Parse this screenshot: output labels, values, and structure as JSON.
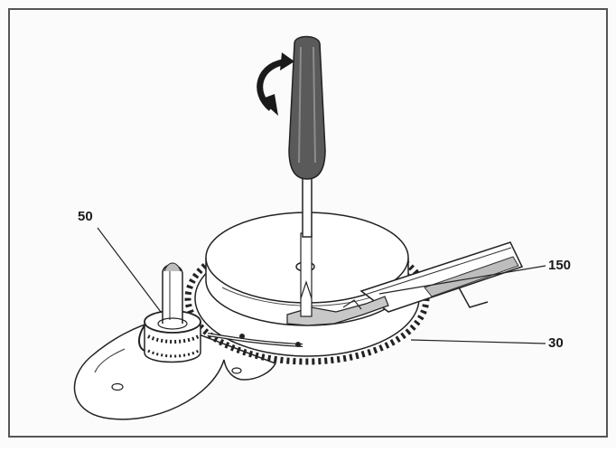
{
  "labels": {
    "part_50": "50",
    "part_150": "150",
    "part_30": "30"
  },
  "colors": {
    "ink": "#1a1a1a",
    "frame": "#555555",
    "handle": "#5a5a5a",
    "paper": "#fbfbfb"
  },
  "icons": {
    "rotation": "curved-arrow-icon"
  }
}
